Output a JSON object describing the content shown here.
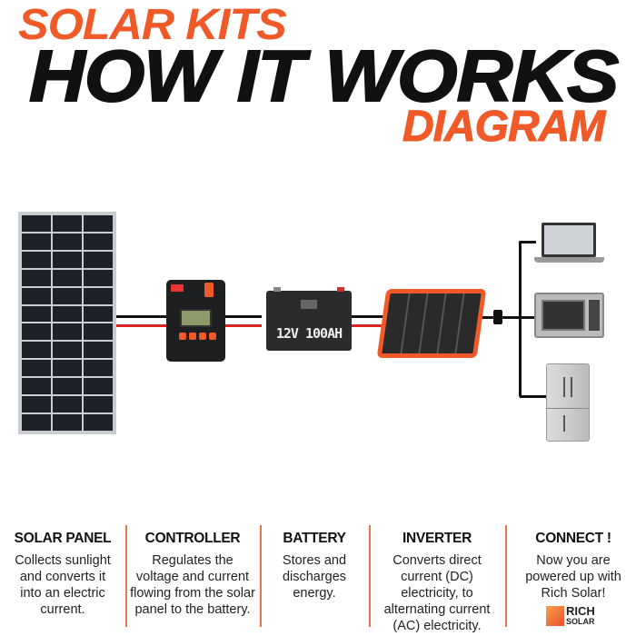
{
  "title": {
    "line1": "SOLAR KITS",
    "line2": "HOW IT WORKS",
    "line3": "DIAGRAM"
  },
  "battery_label": "12V 100AH",
  "steps": [
    {
      "heading": "SOLAR PANEL",
      "text": "Collects sunlight and converts it into an electric current."
    },
    {
      "heading": "CONTROLLER",
      "text": "Regulates the voltage and current flowing from the solar panel to the battery."
    },
    {
      "heading": "BATTERY",
      "text": "Stores and discharges energy."
    },
    {
      "heading": "INVERTER",
      "text": "Converts direct current (DC) electricity, to alternating current (AC) electricity."
    },
    {
      "heading": "CONNECT !",
      "text": "Now you are powered up with Rich Solar!"
    }
  ],
  "logo": {
    "line1": "RICH",
    "line2": "SOLAR"
  },
  "colors": {
    "accent": "#f05a28",
    "text": "#111111"
  }
}
